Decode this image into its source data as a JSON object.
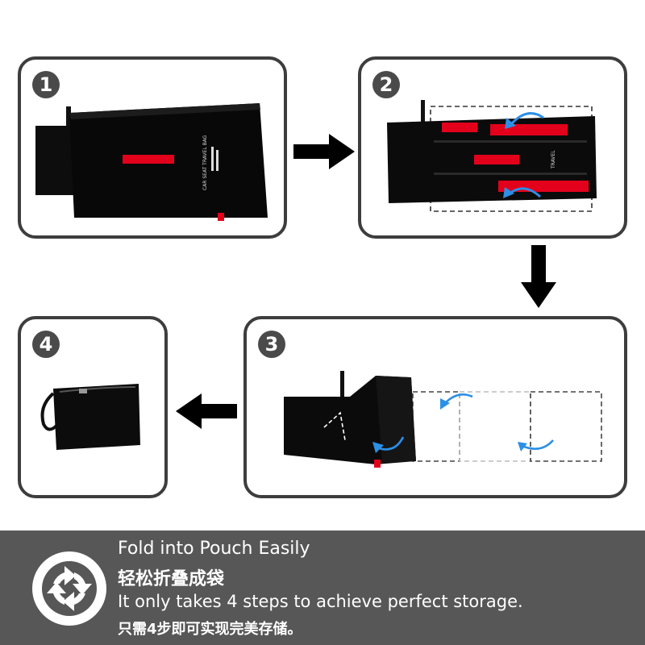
{
  "steps": [
    {
      "number": "1",
      "print_text": "CAR SEAT TRAVEL BAG"
    },
    {
      "number": "2",
      "print_text": "TRAVEL"
    },
    {
      "number": "3"
    },
    {
      "number": "4"
    }
  ],
  "footer": {
    "title_en": "Fold into Pouch Easily",
    "title_zh": "轻松折叠成袋",
    "subtitle_en": "It only takes 4 steps to achieve perfect storage.",
    "subtitle_zh": "只需4步即可实现完美存储。"
  },
  "colors": {
    "border": "#3d3d3d",
    "badge": "#4a4a4a",
    "bag": "#0d0d0d",
    "strap": "#e3001b",
    "curl_arrow": "#2c8fe6",
    "footer_bg": "#575757"
  }
}
